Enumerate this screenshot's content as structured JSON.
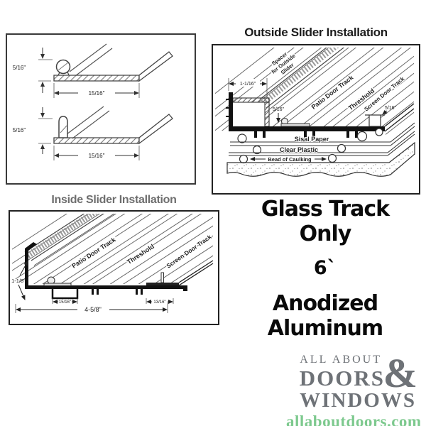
{
  "profiles_box": {
    "top_profile": {
      "height_dim": "5/16\"",
      "width_dim": "15/16\""
    },
    "bottom_profile": {
      "height_dim": "5/16\"",
      "width_dim": "15/16\""
    }
  },
  "outside_diagram": {
    "title": "Outside Slider Installation",
    "labels": {
      "spacer_line1": "Spacer",
      "spacer_line2": "for Outside",
      "spacer_line3": "Slider",
      "patio": "Patio Door Track",
      "threshold": "Threshold",
      "screen": "Screen Door Track",
      "sisal": "Sisal Paper",
      "plastic": "Clear Plastic",
      "caulking": "Bead of Caulking"
    },
    "dims": {
      "spacer_width": "1-1/16\"",
      "track_height": "5/16\"",
      "screen_height": "5/16\""
    }
  },
  "inside_diagram": {
    "title": "Inside Slider Installation",
    "labels": {
      "patio": "Patio Door Track",
      "threshold": "Threshold",
      "screen": "Screen Door Track"
    },
    "dims": {
      "height": "1-1/8\"",
      "patio_width": "15/16\"",
      "overall_width": "4-5/8\"",
      "screen_width": "13/16\""
    }
  },
  "product": {
    "line1": "Glass Track",
    "line2": "Only",
    "length": "6`",
    "line3": "Anodized",
    "line4": "Aluminum"
  },
  "logo": {
    "top": "ALL ABOUT",
    "amp": "&",
    "doors": "DOORS",
    "windows": "WINDOWS",
    "url": "allaboutdoors.com",
    "gray": "#6e7277",
    "green": "#7dc98e"
  }
}
